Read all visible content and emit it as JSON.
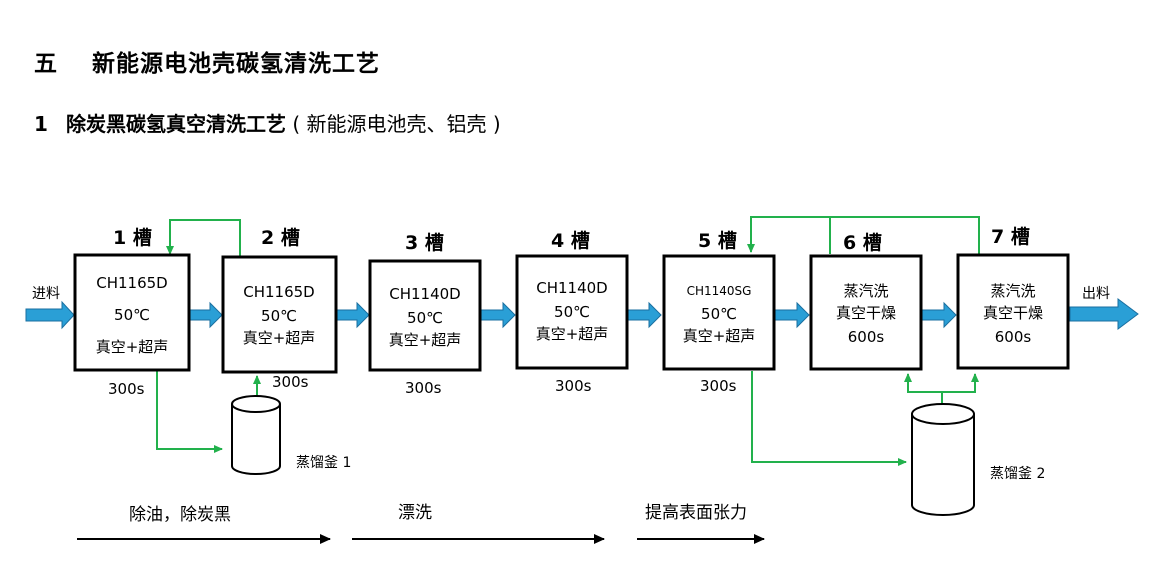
{
  "heading": {
    "number": "五",
    "title": "新能源电池壳碳氢清洗工艺"
  },
  "subheading": {
    "number": "1",
    "title": "除炭黑碳氢真空清洗工艺",
    "note": "( 新能源电池壳、铝壳 )"
  },
  "input_label": "进料",
  "output_label": "出料",
  "tanks": [
    {
      "label": "1 槽",
      "lines": [
        "CH1165D",
        "50℃",
        "真空+超声"
      ],
      "time": "300s"
    },
    {
      "label": "2 槽",
      "lines": [
        "CH1165D",
        "50℃",
        "真空+超声"
      ],
      "time": "300s"
    },
    {
      "label": "3 槽",
      "lines": [
        "CH1140D",
        "50℃",
        "真空+超声"
      ],
      "time": "300s"
    },
    {
      "label": "4 槽",
      "lines": [
        "CH1140D",
        "50℃",
        "真空+超声"
      ],
      "time": "300s"
    },
    {
      "label": "5 槽",
      "lines": [
        "CH1140SG",
        "50℃",
        "真空+超声"
      ],
      "time": "300s"
    },
    {
      "label": "6 槽",
      "lines": [
        "蒸汽洗",
        "真空干燥",
        "600s"
      ],
      "time": ""
    },
    {
      "label": "7 槽",
      "lines": [
        "蒸汽洗",
        "真空干燥",
        "600s"
      ],
      "time": ""
    }
  ],
  "stills": [
    {
      "label": "蒸馏釜 1"
    },
    {
      "label": "蒸馏釜 2"
    }
  ],
  "stages": [
    {
      "label": "除油，除炭黑"
    },
    {
      "label": "漂洗"
    },
    {
      "label": "提高表面张力"
    }
  ],
  "colors": {
    "flow_arrow": "#2a9fd6",
    "return_line": "#22b14c",
    "box_border": "#000000"
  }
}
